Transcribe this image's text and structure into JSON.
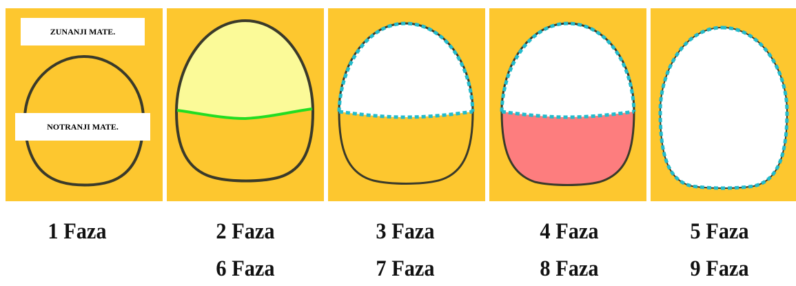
{
  "colors": {
    "background": "#fdc72f",
    "outline": "#3a3a2a",
    "yolk_light": "#fbfa98",
    "divider_green": "#22dd22",
    "stitch_blue": "#22bbcc",
    "white": "#ffffff",
    "pink": "#fd7d7e"
  },
  "panels": [
    {
      "name": "panel-1",
      "labels": {
        "top": "ZUNANJI MATE.",
        "bottom": "NOTRANJI MATE."
      }
    },
    {
      "name": "panel-2"
    },
    {
      "name": "panel-3"
    },
    {
      "name": "panel-4"
    },
    {
      "name": "panel-5"
    }
  ],
  "phase_labels": {
    "row1": [
      "1 Faza",
      "2 Faza",
      "3 Faza",
      "4 Faza",
      "5 Faza"
    ],
    "row2": [
      "6 Faza",
      "7 Faza",
      "8 Faza",
      "9 Faza"
    ]
  }
}
